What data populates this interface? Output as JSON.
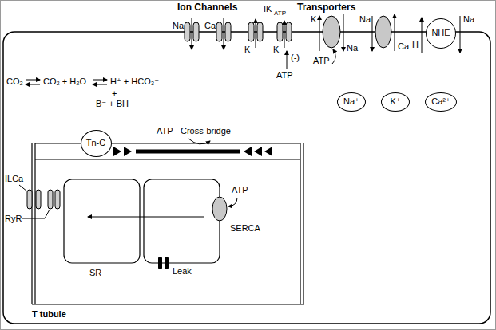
{
  "diagram": {
    "nodes": [
      {
        "text": [
          "NHE"
        ]
      },
      {
        "text": [
          "Na⁺"
        ]
      },
      {
        "text": [
          "K⁺"
        ]
      },
      {
        "text": [
          "Ca²⁺"
        ]
      },
      {
        "text": [
          "Tn-C"
        ]
      }
    ],
    "labels": [
      "Ion Channels",
      "Transporters",
      "Na",
      "Ca",
      "IK",
      "ATP",
      "K",
      "K",
      "(-)",
      "ATP",
      "K",
      "Na",
      "ATP",
      "Na",
      "Ca",
      "H",
      "Na",
      "CO₂",
      "CO₂ + H₂O",
      "H⁺ + HCO₃⁻",
      "+",
      "B⁻ + BH",
      "ATP",
      "Cross-bridge",
      "ILCa",
      "RyR",
      "ATP",
      "SERCA",
      "SR",
      "Leak",
      "T tubule"
    ]
  }
}
